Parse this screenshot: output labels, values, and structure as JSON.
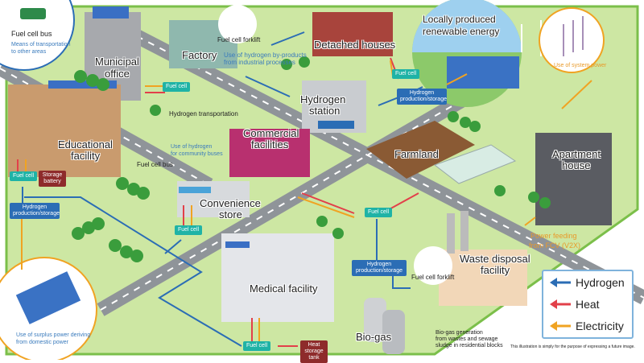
{
  "bubbles": {
    "bus_title": "Fuel cell bus",
    "bus_desc_1": "Means of transportation",
    "bus_desc_2": "to other areas",
    "renewable_1": "Locally produced",
    "renewable_2": "renewable energy",
    "system_power": "Use of system power",
    "surplus_1": "Use of surplus power deriving",
    "surplus_2": "from domestic power"
  },
  "places": {
    "municipal_1": "Municipal",
    "municipal_2": "office",
    "factory": "Factory",
    "detached": "Detached houses",
    "hydrogen_station_1": "Hydrogen",
    "hydrogen_station_2": "station",
    "commercial_1": "Commercial",
    "commercial_2": "facilities",
    "educational_1": "Educational",
    "educational_2": "facility",
    "farmland": "Farmland",
    "apartment_1": "Apartment",
    "apartment_2": "house",
    "convenience_1": "Convenience",
    "convenience_2": "store",
    "medical": "Medical facility",
    "waste_1": "Waste disposal",
    "waste_2": "facility",
    "biogas": "Bio-gas"
  },
  "notes": {
    "forklift_top": "Fuel cell forklift",
    "byproducts_1": "Use of hydrogen by-products",
    "byproducts_2": "from industrial processes",
    "h2_transport": "Hydrogen transportation",
    "community_1": "Use of hydrogen",
    "community_2": "for community buses",
    "bus_road": "Fuel cell bus",
    "fcv_1": "Power feeding",
    "fcv_2": "from FCV (V2X)",
    "forklift_bottom": "Fuel cell forklift",
    "biogas_1": "Bio-gas generation",
    "biogas_2": "from wastes and sewage",
    "biogas_3": "sludge in residential blocks",
    "disclaimer": "This illustration is simply for the purpose of expressing a future image."
  },
  "badges": {
    "fuel_cell": "Fuel cell",
    "hydrogen_ps": "Hydrogen production/storage",
    "storage_battery": "Storage battery",
    "heat_storage": "Heat storage tank"
  },
  "legend": {
    "hydrogen": "Hydrogen",
    "heat": "Heat",
    "electricity": "Electricity",
    "colors": {
      "hydrogen": "#2b6db5",
      "heat": "#e2404a",
      "electricity": "#f0a322"
    }
  }
}
